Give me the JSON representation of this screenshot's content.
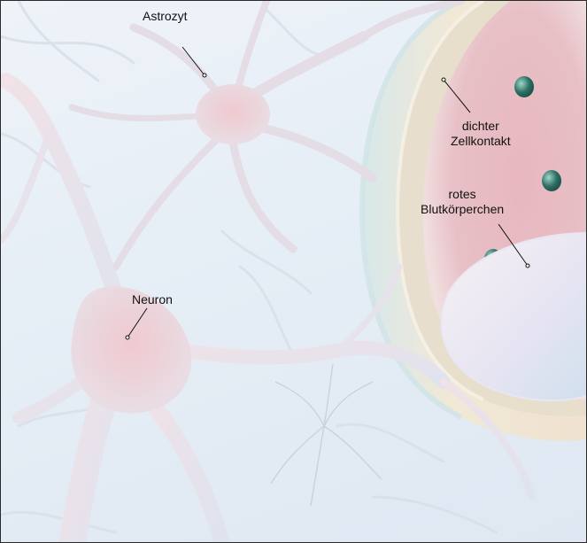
{
  "labels": {
    "astrozyt": "Astrozyt",
    "dichter_line1": "dichter",
    "dichter_line2": "Zellkontakt",
    "rotes_line1": "rotes",
    "rotes_line2": "Blutkörperchen",
    "neuron": "Neuron"
  },
  "colors": {
    "background": "#e6eef6",
    "cell_body": "#e9d6dc",
    "vessel_wall": "#efe6d3",
    "lumen": "#e2a8b4",
    "nucleus": "#2c6f63",
    "red_blood_cell": "#efe9f0",
    "pointer_line": "#111111"
  }
}
